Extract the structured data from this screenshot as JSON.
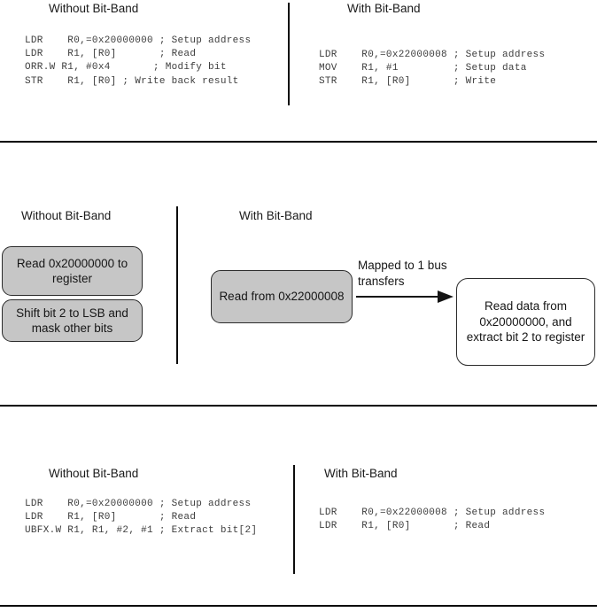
{
  "document": {
    "title": "Bit-Band comparison figure",
    "colors": {
      "rule": "#000000",
      "gray_box_fill": "#c6c6c6",
      "box_border": "#2b2b2b",
      "code_text": "#3d3d3d",
      "heading_text": "#1a1a1a"
    }
  },
  "sections": [
    {
      "id": "write-example",
      "panels": [
        {
          "heading": "Without Bit-Band",
          "code": "LDR    R0,=0x20000000 ; Setup address\nLDR    R1, [R0]       ; Read\nORR.W R1, #0x4       ; Modify bit\nSTR    R1, [R0] ; Write back result"
        },
        {
          "heading": "With Bit-Band",
          "code": "LDR    R0,=0x22000008 ; Setup address\nMOV    R1, #1         ; Setup data\nSTR    R1, [R0]       ; Write"
        }
      ]
    },
    {
      "id": "read-flow-diagram",
      "panels": [
        {
          "heading": "Without Bit-Band",
          "boxes": [
            {
              "text": "Read 0x20000000 to register",
              "style": "gray"
            },
            {
              "text": "Shift bit 2 to LSB and mask other bits",
              "style": "gray"
            }
          ]
        },
        {
          "heading": "With Bit-Band",
          "boxes": [
            {
              "text": "Read from 0x22000008",
              "style": "gray"
            },
            {
              "text": "Read data from 0x20000000, and extract bit 2 to register",
              "style": "white"
            }
          ],
          "arrow": {
            "label": "Mapped to 1 bus transfers",
            "direction": "right"
          }
        }
      ]
    },
    {
      "id": "read-example",
      "panels": [
        {
          "heading": "Without Bit-Band",
          "code": "LDR    R0,=0x20000000 ; Setup address\nLDR    R1, [R0]       ; Read\nUBFX.W R1, R1, #2, #1 ; Extract bit[2]"
        },
        {
          "heading": "With Bit-Band",
          "code": "LDR    R0,=0x22000008 ; Setup address\nLDR    R1, [R0]       ; Read"
        }
      ]
    }
  ]
}
